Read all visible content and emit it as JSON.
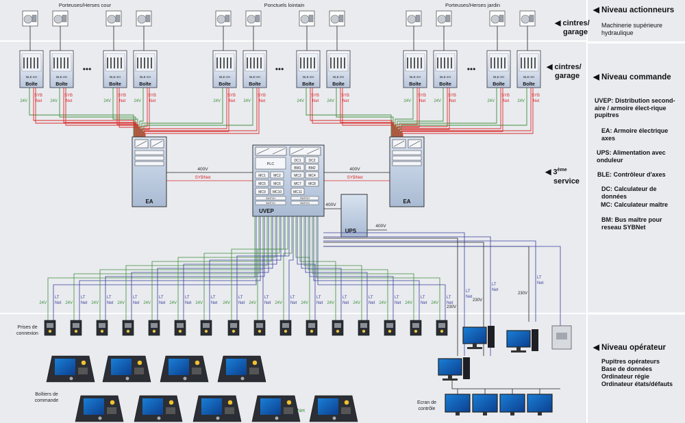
{
  "top_labels": {
    "cour": "Porteuses/Herses cour",
    "lointain": "Ponctuels lointain",
    "jardin": "Porteuses/Herses jardin"
  },
  "box": {
    "ble": "BLE-4H",
    "boite": "Boîte",
    "syb": "SYB",
    "net": "Net",
    "v24": "24V",
    "ellipsis": "•••"
  },
  "level_labels": {
    "cintres_1": "cintres/",
    "garage_1": "garage",
    "cintres_2": "cintres/",
    "garage_2": "garage",
    "service_num": "3",
    "service_sup": "ème",
    "service": "service"
  },
  "ea": {
    "label_left": "EA",
    "label_right": "EA"
  },
  "uvep": {
    "label": "UVEP",
    "plc": "PLC",
    "dc1": "DC1",
    "dc2": "DC2",
    "bm1": "BM1",
    "bm2": "BM2",
    "mc1": "MC1",
    "mc2": "MC2",
    "mc3": "MC3",
    "mc4": "MC4",
    "mc5": "MC5",
    "mc6": "MC6",
    "mc7": "MC7",
    "mc8": "MC8",
    "mc9": "MC9",
    "mc10": "MC10",
    "mc11": "MC11",
    "switch": "SWITCH"
  },
  "power": {
    "v400_left": "400V",
    "sybnet_left": "SYBNet",
    "v400_right": "400V",
    "sybnet_right": "SYBNet",
    "v400_ups_in": "400V",
    "v400_ups_out": "400V",
    "ups": "UPS"
  },
  "bottom": {
    "v24": "24V",
    "lt": "LT",
    "net": "Net",
    "v230": "230V",
    "prises": "Prises de connexion",
    "boitiers": "Boîtiers de commande",
    "ecran": "Ecran de contrôle",
    "net_label": "Net"
  },
  "sidebar": {
    "niveau_actionneurs": "Niveau actionneurs",
    "machinerie": "Machinerie supérieure hydraulique",
    "niveau_commande": "Niveau commande",
    "uvep_def": "UVEP: Distribution second-aire / armoire élect-rique pupitres",
    "ea_def": "EA: Armoire électrique axes",
    "ups_def": "UPS: Alimentation avec onduleur",
    "ble_def": "BLE: Contrôleur d'axes",
    "dc_def": "DC: Calculateur de données",
    "mc_def": "MC: Calculateur maître",
    "bm_def": "BM: Bus maître pour reseau SYBNet",
    "niveau_operateur": "Niveau opérateur",
    "op_1": "Pupitres opérateurs",
    "op_2": "Base de données",
    "op_3": "Ordinateur régie",
    "op_4": "Ordinateur états/défauts"
  },
  "colors": {
    "red": "#d92b2b",
    "green": "#3f8f3a",
    "blue": "#3a3f9a",
    "box_fill": "#c9d6e8",
    "panel": "#e9ebef",
    "sidebar": "#dfe2e7"
  }
}
